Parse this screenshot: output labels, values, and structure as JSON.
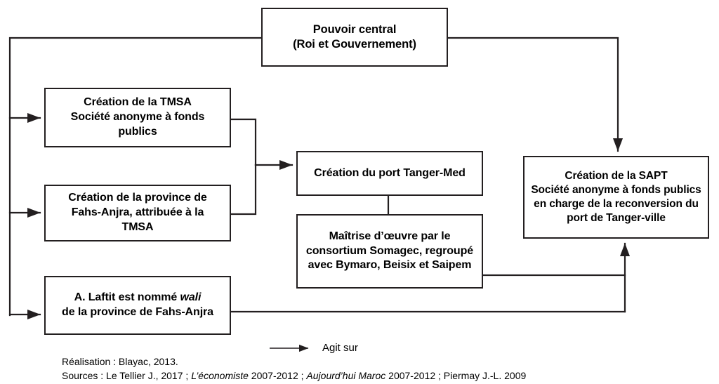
{
  "figure": {
    "type": "flow-diagram",
    "stroke_color": "#231f20",
    "background_color": "#ffffff"
  },
  "nodes": {
    "pouvoir_central": {
      "id": "pouvoir-central",
      "lines": [
        "Pouvoir central",
        "(Roi et Gouvernement)"
      ]
    },
    "tmsa": {
      "id": "tmsa",
      "lines": [
        "Création de la TMSA",
        "Société anonyme à fonds",
        "publics"
      ]
    },
    "province": {
      "id": "province-fahs-anjra",
      "lines": [
        "Création de la province de",
        "Fahs-Anjra, attribuée à la",
        "TMSA"
      ]
    },
    "laftit": {
      "id": "laftit-wali",
      "line1_before_italic": "A.   Laftit est nommé ",
      "line1_italic": "wali",
      "line2": "de la province de Fahs-Anjra"
    },
    "port_tanger_med": {
      "id": "port-tanger-med",
      "lines": [
        "Création du port Tanger-Med"
      ]
    },
    "consortium": {
      "id": "consortium-somagec",
      "lines": [
        "Maîtrise d’œuvre par le",
        "consortium Somagec, regroupé",
        "avec Bymaro, Beisix et Saipem"
      ]
    },
    "sapt": {
      "id": "sapt",
      "lines": [
        "Création de la SAPT",
        "Société anonyme à fonds publics",
        "en charge de la reconversion du",
        "port de Tanger-ville"
      ]
    }
  },
  "legend": {
    "arrow_icon": "arrow-right-icon",
    "label": "Agit sur"
  },
  "credits": {
    "realisation": "Réalisation : Blayac, 2013.",
    "sources_prefix": "Sources : Le Tellier J., 2017 ; ",
    "sources_italic_1": "L’économiste",
    "sources_mid_1": " 2007-2012 ; ",
    "sources_italic_2": "Aujourd’hui Maroc",
    "sources_suffix": " 2007-2012 ; Piermay J.-L. 2009"
  }
}
